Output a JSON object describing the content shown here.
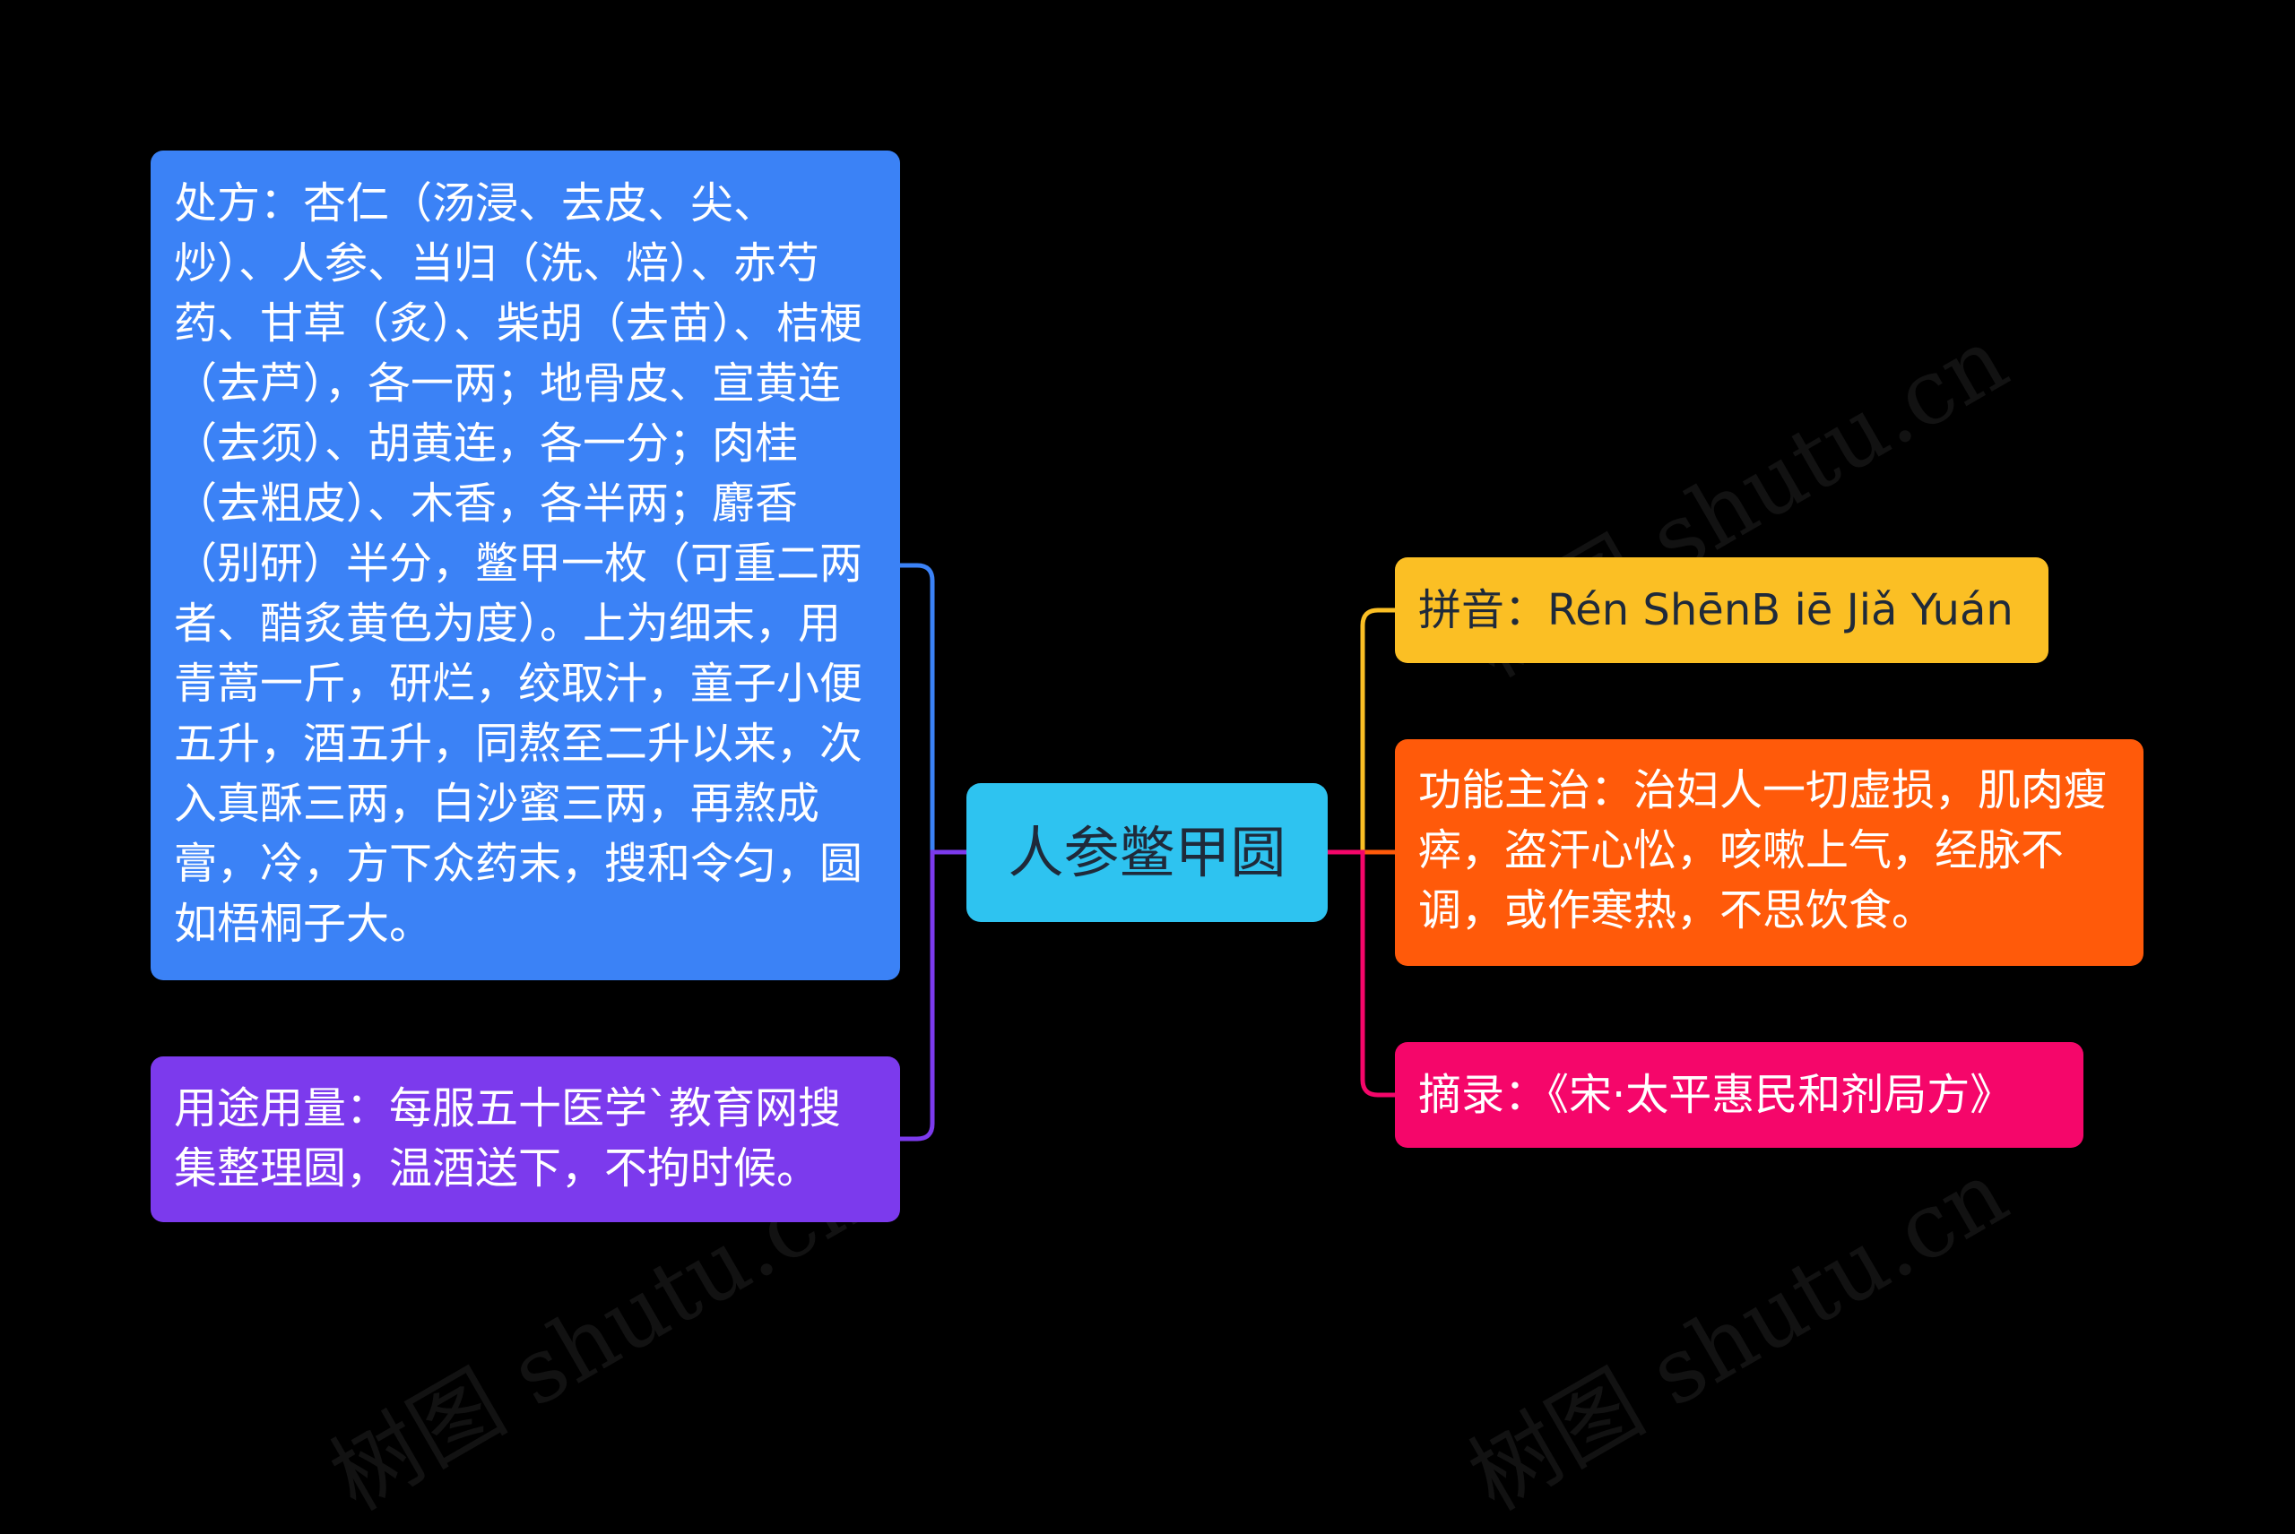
{
  "colors": {
    "background": "#000000",
    "center": "#2ec3f0",
    "prescription": "#3b82f6",
    "usage": "#7c3aed",
    "pinyin": "#fbbf24",
    "function": "#ff5a0a",
    "source": "#f5066a"
  },
  "center": {
    "label": "人参鳖甲圆"
  },
  "left": {
    "prescription": "处方：杏仁（汤浸、去皮、尖、炒）、人参、当归（洗、焙）、赤芍药、甘草（炙）、柴胡（去苗）、桔梗（去芦），各一两；地骨皮、宣黄连（去须）、胡黄连，各一分；肉桂（去粗皮）、木香，各半两；麝香（别研）半分，鳖甲一枚（可重二两者、醋炙黄色为度）。上为细末，用青蒿一斤，研烂，绞取汁，童子小便五升，酒五升，同熬至二升以来，次入真酥三两，白沙蜜三两，再熬成膏，冷，方下众药末，搜和令匀，圆如梧桐子大。",
    "usage": "用途用量：每服五十医学`教育网搜集整理圆，温酒送下，不拘时候。"
  },
  "right": {
    "pinyin": "拼音：Rén ShēnB iē Jiǎ Yuán",
    "function": "功能主治：治妇人一切虚损，肌肉瘦瘁，盗汗心忪，咳嗽上气，经脉不调，或作寒热，不思饮食。",
    "source": "摘录：《宋·太平惠民和剂局方》"
  },
  "watermarks": [
    "树图 shutu.cn",
    "树图 shutu.cn",
    "树图 shutu.cn",
    "树图 shutu.cn"
  ]
}
